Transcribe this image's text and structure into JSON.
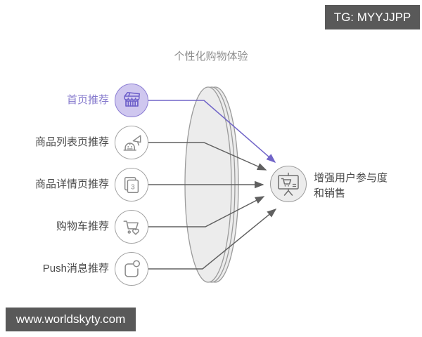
{
  "title": "个性化购物体验",
  "top_badge": {
    "label": "TG: MYYJJPP"
  },
  "watermark": {
    "label": "www.worldskyty.com"
  },
  "items": [
    {
      "label": "首页推荐",
      "icon": "storefront-icon",
      "highlighted": true
    },
    {
      "label": "商品列表页推荐",
      "icon": "megaphone-robot-icon",
      "highlighted": false
    },
    {
      "label": "商品详情页推荐",
      "icon": "stacked-pages-icon",
      "page_count": "3",
      "highlighted": false
    },
    {
      "label": "购物车推荐",
      "icon": "cart-heart-icon",
      "highlighted": false
    },
    {
      "label": "Push消息推荐",
      "icon": "notification-icon",
      "highlighted": false
    }
  ],
  "result": {
    "line1": "增强用户参与度",
    "line2": "和销售",
    "icon": "presentation-cart-icon"
  },
  "colors": {
    "accent_purple": "#7165c8",
    "accent_purple_fill": "#cfc7ef",
    "line_gray": "#606060",
    "shape_fill": "#ececec",
    "shape_stroke": "#9b9b9b",
    "badge_bg": "#595959",
    "text_dark": "#4a4a4a",
    "text_muted": "#8c8c8c"
  }
}
